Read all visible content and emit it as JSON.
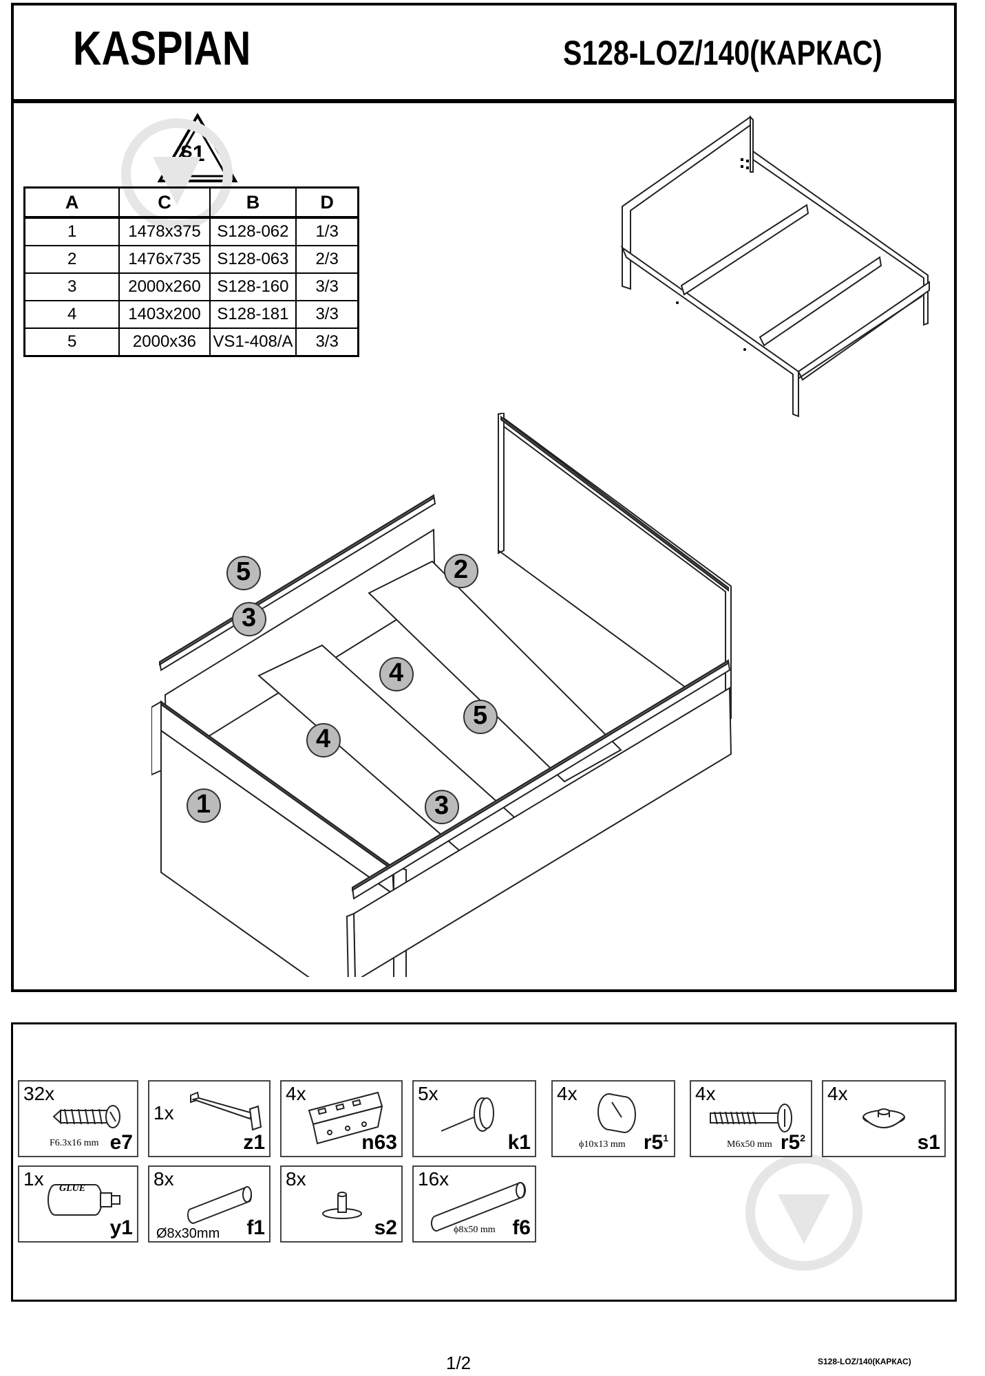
{
  "header": {
    "brand": "KASPIAN",
    "model": "S128-LOZ/140(КАРКАС)"
  },
  "warning_label": "§1",
  "parts_table": {
    "headers": [
      "A",
      "C",
      "B",
      "D"
    ],
    "rows": [
      [
        "1",
        "1478x375",
        "S128-062",
        "1/3"
      ],
      [
        "2",
        "1476x735",
        "S128-063",
        "2/3"
      ],
      [
        "3",
        "2000x260",
        "S128-160",
        "3/3"
      ],
      [
        "4",
        "1403x200",
        "S128-181",
        "3/3"
      ],
      [
        "5",
        "2000x36",
        "VS1-408/A",
        "3/3"
      ]
    ]
  },
  "diagram_labels": {
    "part1": "1",
    "part2": "2",
    "part3_left": "3",
    "part3_right": "3",
    "part4_left": "4",
    "part4_right": "4",
    "part5_left": "5",
    "part5_right": "5"
  },
  "hardware": [
    {
      "qty": "32x",
      "code": "e7",
      "dim": "F6.3x16 mm",
      "icon": "screw-icon"
    },
    {
      "qty": "1x",
      "code": "z1",
      "dim": "",
      "icon": "hex-key-icon"
    },
    {
      "qty": "4x",
      "code": "n63",
      "dim": "",
      "icon": "angle-bracket-icon"
    },
    {
      "qty": "5x",
      "code": "k1",
      "dim": "",
      "icon": "glide-nail-icon"
    },
    {
      "qty": "4x",
      "code": "r5",
      "code_sup": "1",
      "dim": "ϕ10x13 mm",
      "icon": "cam-nut-icon"
    },
    {
      "qty": "4x",
      "code": "r5",
      "code_sup": "2",
      "dim": "M6x50 mm",
      "icon": "bolt-icon"
    },
    {
      "qty": "4x",
      "code": "s1",
      "dim": "",
      "icon": "cap-icon"
    },
    {
      "qty": "1x",
      "code": "y1",
      "dim": "",
      "icon": "glue-bottle-icon",
      "glue_text": "GLUE"
    },
    {
      "qty": "8x",
      "code": "f1",
      "dim": "Ø8x30mm",
      "icon": "dowel-icon"
    },
    {
      "qty": "8x",
      "code": "s2",
      "dim": "",
      "icon": "pin-icon"
    },
    {
      "qty": "16x",
      "code": "f6",
      "dim": "ϕ8x50 mm",
      "icon": "long-dowel-icon"
    }
  ],
  "footer": {
    "page": "1/2",
    "code": "S128-LOZ/140(КАРКАС)"
  }
}
